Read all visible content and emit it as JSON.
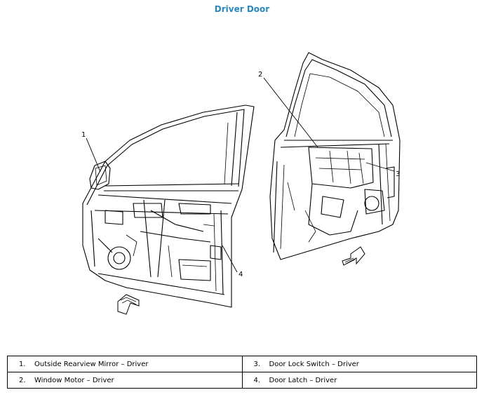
{
  "title": "Driver Door",
  "callouts": [
    "1",
    "2",
    "3",
    "4"
  ],
  "legend": [
    {
      "num": "1.",
      "text": "Outside Rearview Mirror – Driver"
    },
    {
      "num": "3.",
      "text": "Door Lock Switch – Driver"
    },
    {
      "num": "2.",
      "text": "Window Motor – Driver"
    },
    {
      "num": "4.",
      "text": "Door Latch – Driver"
    }
  ]
}
